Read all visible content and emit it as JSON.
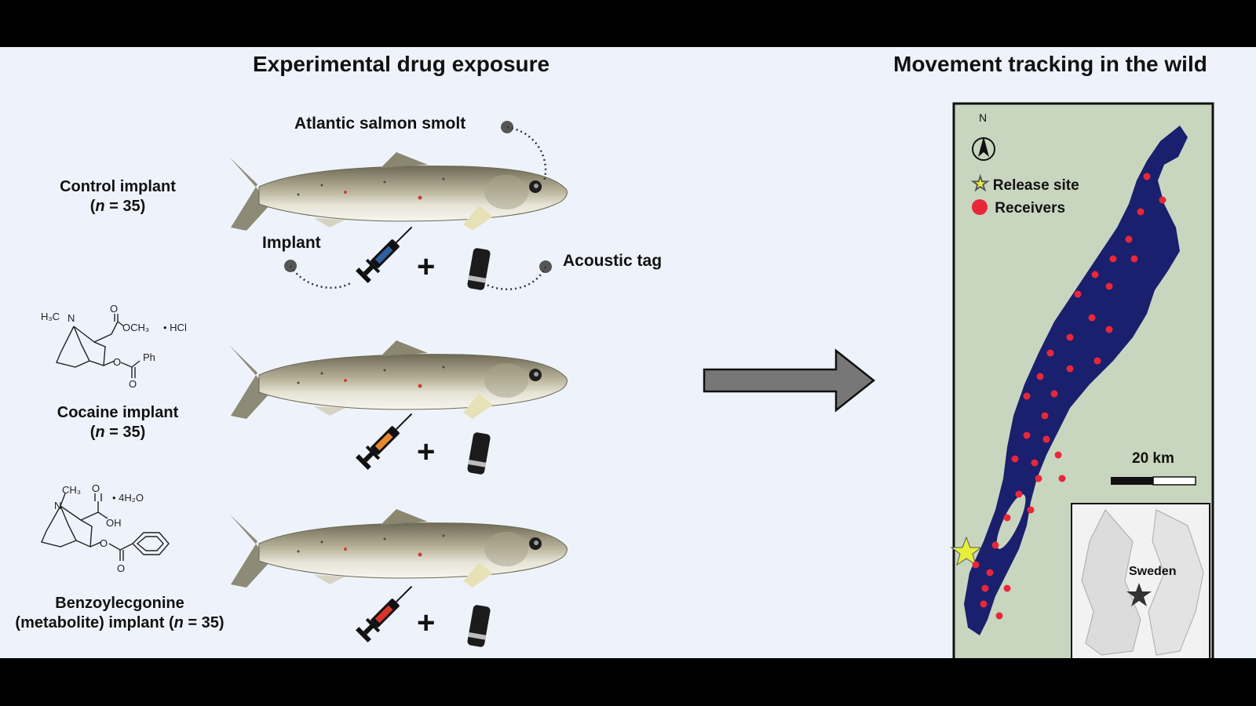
{
  "titles": {
    "left": "Experimental drug exposure",
    "right": "Movement tracking in the wild"
  },
  "labels": {
    "smolt": "Atlantic salmon smolt",
    "implant": "Implant",
    "tag": "Acoustic tag"
  },
  "groups": [
    {
      "name": "Control implant",
      "n_prefix": "(",
      "n_letter": "n",
      "n_suffix": " = 35)",
      "syringe_color": "#2f5f9e"
    },
    {
      "name": "Cocaine implant",
      "n_prefix": "(",
      "n_letter": "n",
      "n_suffix": " = 35)",
      "syringe_color": "#e8872c"
    },
    {
      "name": "Benzoylecgonine",
      "n_prefix": "(metabolite) implant (",
      "n_letter": "n",
      "n_suffix": " = 35)",
      "syringe_color": "#d9342b"
    }
  ],
  "chem": {
    "cocaine": {
      "methyl": "H₃C",
      "n": "N",
      "o1": "O",
      "och3": "OCH₃",
      "salt": "• HCl",
      "o2": "O",
      "ph": "Ph",
      "o3": "O"
    },
    "benzoyl": {
      "ch3": "CH₃",
      "n": "N",
      "o1": "O",
      "salt": "• 4H₂O",
      "oh": "OH",
      "o2": "O",
      "o3": "O"
    }
  },
  "map": {
    "north": "N",
    "legend_release": "Release site",
    "legend_receivers": "Receivers",
    "scale": "20 km",
    "inset": "Sweden",
    "colors": {
      "lake": "#1a1f6e",
      "land": "#c9d6bf",
      "receiver": "#e8283a",
      "star": "#e6ef3a"
    }
  }
}
